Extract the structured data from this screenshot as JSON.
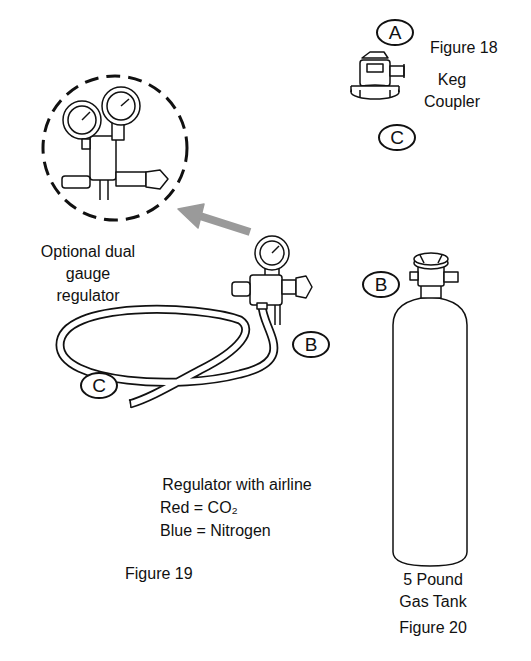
{
  "diagram": {
    "nodes": [
      {
        "text": [
          "A"
        ]
      },
      {
        "text": [
          "C"
        ]
      },
      {
        "text": [
          "B"
        ]
      },
      {
        "text": [
          "B"
        ]
      },
      {
        "text": [
          "C"
        ]
      }
    ],
    "labels": [
      "Figure 18",
      "Keg Coupler",
      "Optional dual gauge regulator",
      "Regulator with airline",
      "Red = CO₂",
      "Blue = Nitrogen",
      "Figure 19",
      "5 Pound Gas Tank",
      "Figure 20"
    ]
  }
}
